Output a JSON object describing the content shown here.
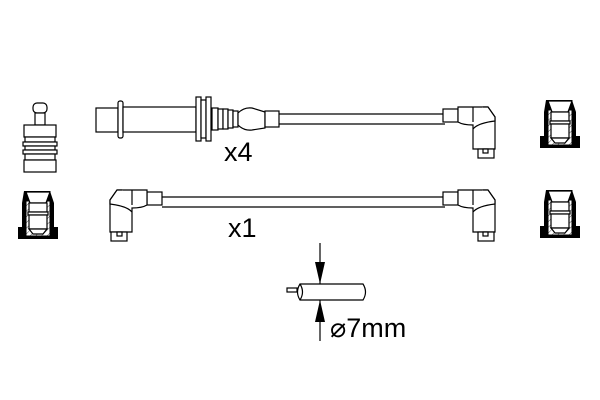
{
  "diagram": {
    "labels": {
      "top_quantity": "x4",
      "bottom_quantity": "x1",
      "diameter": "⌀7mm"
    },
    "colors": {
      "line": "#000000",
      "background": "#ffffff"
    }
  }
}
